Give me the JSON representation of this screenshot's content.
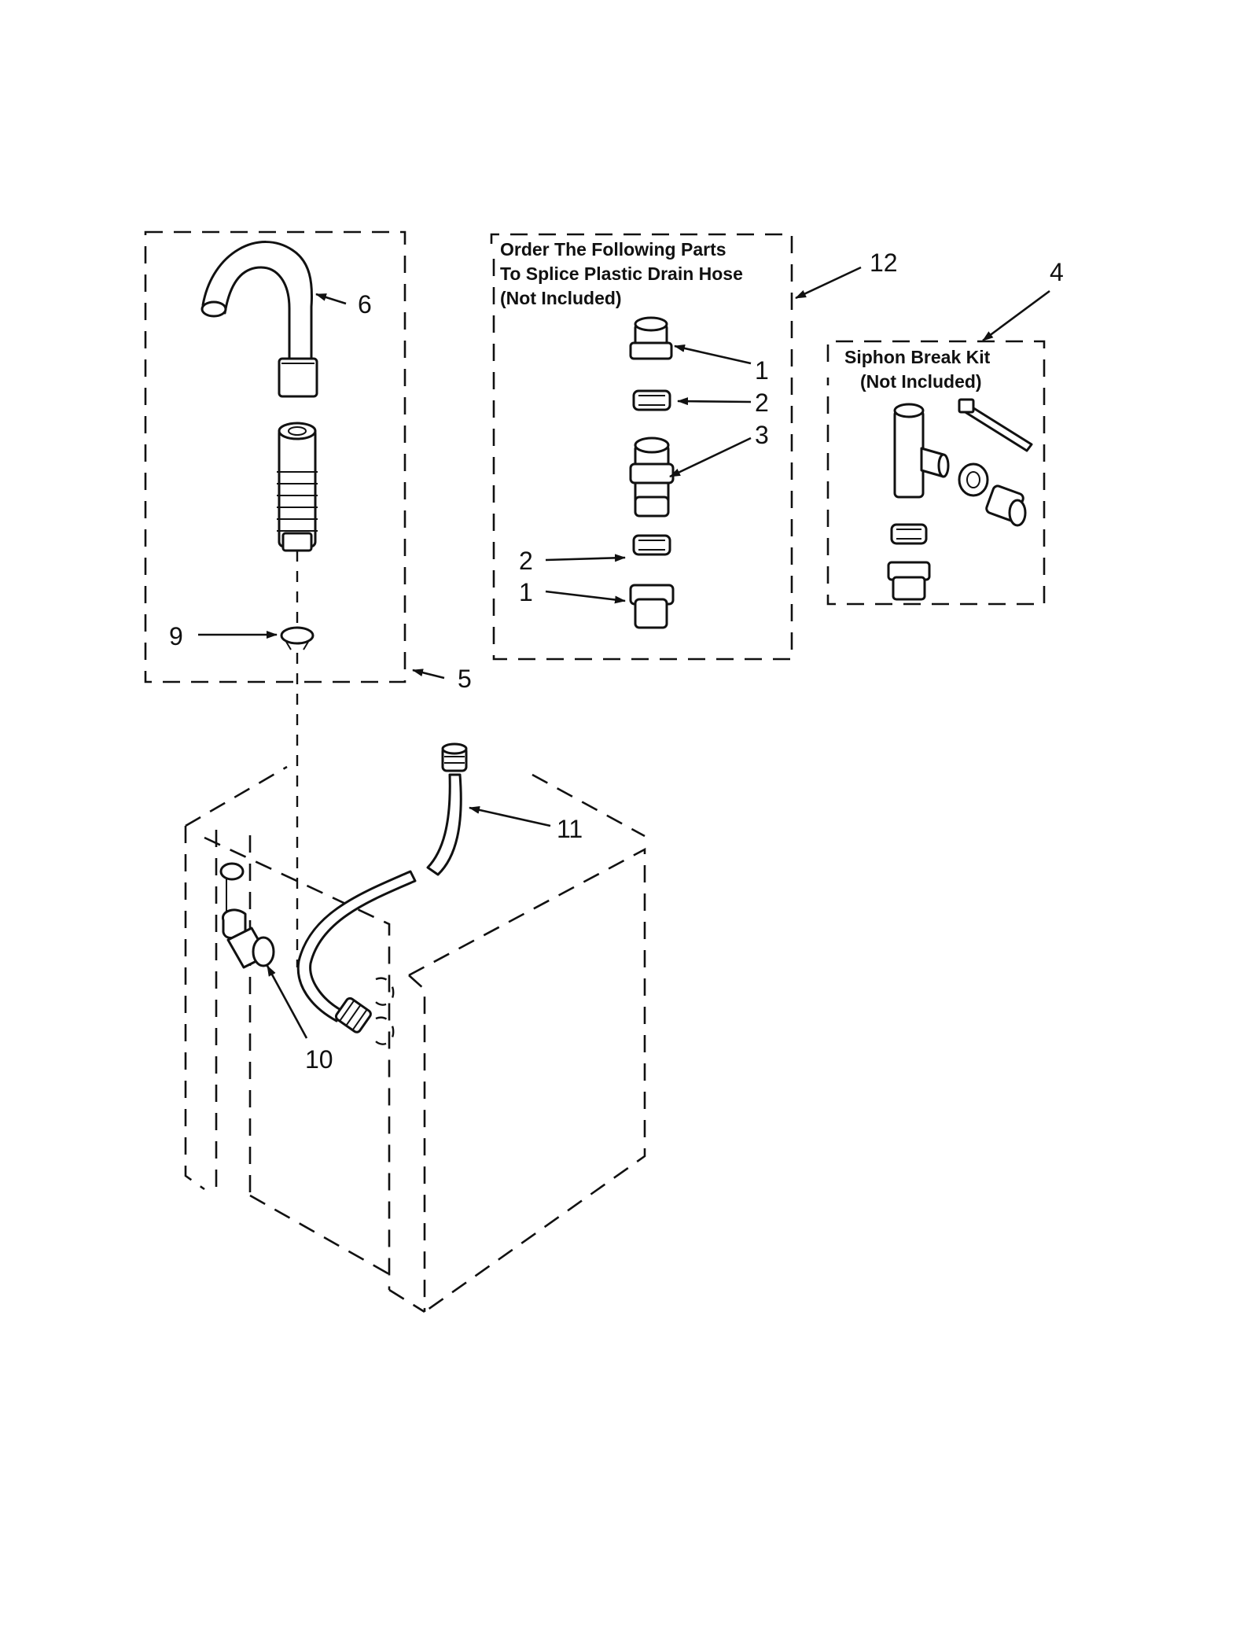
{
  "callouts": {
    "c1a": "1",
    "c1b": "1",
    "c2a": "2",
    "c2b": "2",
    "c3": "3",
    "c4": "4",
    "c5": "5",
    "c6": "6",
    "c9": "9",
    "c10": "10",
    "c11": "11",
    "c12": "12"
  },
  "splice_box": {
    "line1": "Order The Following Parts",
    "line2": "To Splice Plastic Drain Hose",
    "line3": "(Not Included)"
  },
  "siphon_box": {
    "line1": "Siphon Break Kit",
    "line2": "(Not Included)"
  }
}
